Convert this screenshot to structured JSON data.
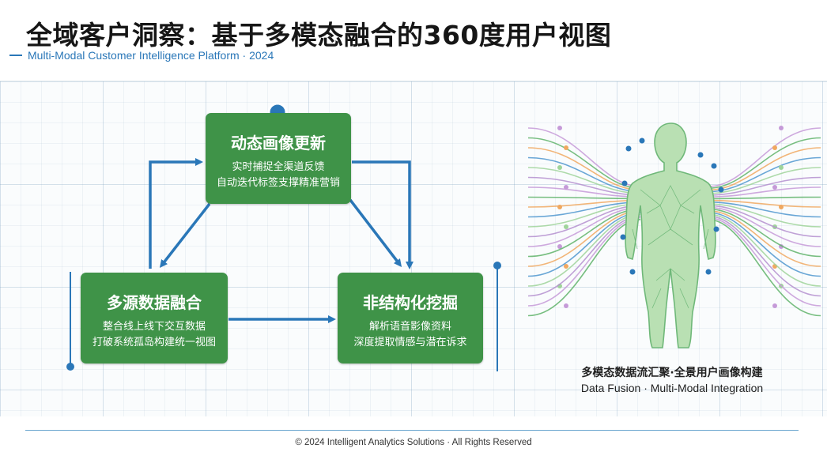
{
  "header": {
    "title": "全域客户洞察：基于多模态融合的360度用户视图",
    "subtitle": "Multi-Modal Customer Intelligence Platform · 2024"
  },
  "diagram": {
    "nodes": [
      {
        "id": "dynamic",
        "title": "动态画像更新",
        "lines": [
          "实时捕捉全渠道反馈",
          "自动迭代标签支撑精准营销"
        ]
      },
      {
        "id": "fusion",
        "title": "多源数据融合",
        "lines": [
          "整合线上线下交互数据",
          "打破系统孤岛构建统一视图"
        ]
      },
      {
        "id": "mining",
        "title": "非结构化挖掘",
        "lines": [
          "解析语音影像资料",
          "深度提取情感与潜在诉求"
        ]
      }
    ],
    "edges": [
      {
        "from": "fusion",
        "to": "dynamic"
      },
      {
        "from": "dynamic",
        "to": "fusion"
      },
      {
        "from": "dynamic",
        "to": "mining"
      },
      {
        "from": "fusion",
        "to": "mining"
      }
    ]
  },
  "illustration": {
    "caption_cn": "多模态数据流汇聚·全景用户画像构建",
    "caption_en": "Data Fusion · Multi-Modal Integration"
  },
  "footer": {
    "text": "© 2024 Intelligent Analytics Solutions · All Rights Reserved"
  },
  "colors": {
    "box_green": "#3f9348",
    "arrow_blue": "#2a77b8",
    "figure_fill": "#b9e0b3",
    "stream_colors": [
      "#c59ad8",
      "#5fb36a",
      "#f0a860",
      "#4f97cf",
      "#9fd49a",
      "#b48fcf"
    ]
  }
}
